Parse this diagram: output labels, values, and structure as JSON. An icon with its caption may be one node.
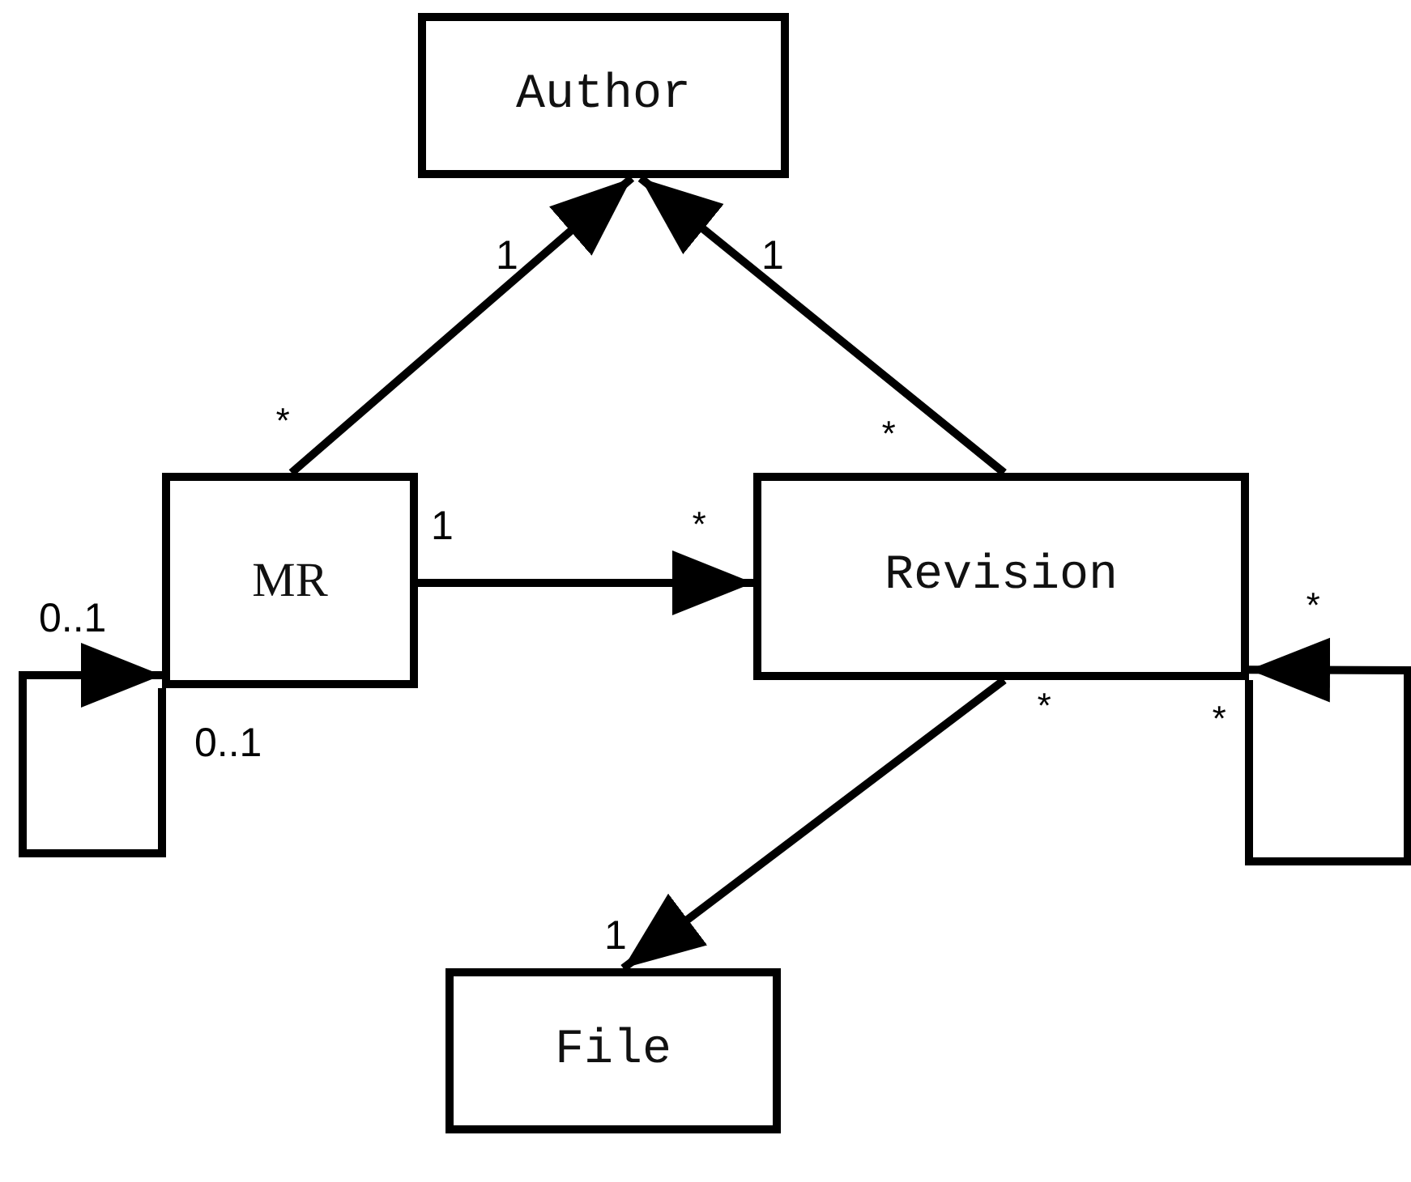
{
  "diagram": {
    "nodes": [
      {
        "text": [
          "Author"
        ]
      },
      {
        "text": [
          "MR"
        ]
      },
      {
        "text": [
          "Revision"
        ]
      },
      {
        "text": [
          "File"
        ]
      }
    ],
    "edges": [
      {
        "from": 1,
        "to": 0,
        "arrow": "to"
      },
      {
        "from": 2,
        "to": 0,
        "arrow": "to"
      },
      {
        "from": 1,
        "to": 2,
        "arrow": "to"
      },
      {
        "from": 2,
        "to": 3,
        "arrow": "to"
      },
      {
        "from": 1,
        "to": 1,
        "arrow": "to"
      },
      {
        "from": 2,
        "to": 2,
        "arrow": "to"
      }
    ],
    "labels": [
      "1",
      "1",
      "*",
      "*",
      "1",
      "*",
      "*",
      "0..1",
      "0..1",
      "*",
      "*",
      "1"
    ]
  }
}
